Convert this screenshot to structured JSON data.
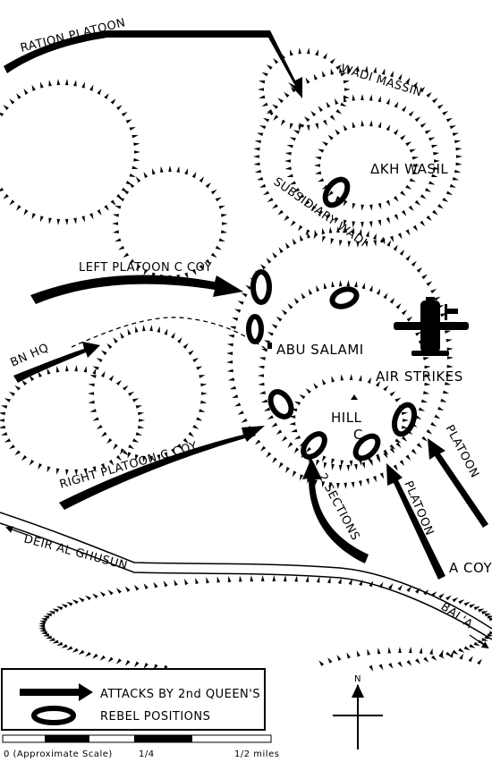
{
  "map": {
    "labels": {
      "ration_platoon": "RATION PLATOON",
      "wadi_massin": "WADI MASSIN",
      "kh_wasil": "ΔKH WASIL",
      "subsidiary_wadi": "SUBSIDIARY WADI",
      "left_platoon": "LEFT PLATOON C COY",
      "bn_hq": "BN HQ",
      "abu_salami": "ABU SALAMI",
      "air_strikes": "AIR STRIKES",
      "hill": "HILL",
      "hill_c": "C",
      "right_platoon": "RIGHT PLATOON C COY",
      "two_sections": "2 SECTIONS",
      "platoon_1": "PLATOON",
      "platoon_2": "PLATOON",
      "a_coy": "A COY",
      "deir_al_ghusun": "DEIR AL GHUSUN",
      "bala": "BAL'A",
      "north": "N"
    },
    "legend": {
      "attacks": "ATTACKS BY 2nd QUEEN'S",
      "rebel": "REBEL POSITIONS"
    },
    "scale": {
      "zero": "0 (Approximate Scale)",
      "quarter": "1/4",
      "half": "1/2 miles"
    },
    "colors": {
      "ink": "#000000",
      "paper": "#ffffff"
    }
  }
}
